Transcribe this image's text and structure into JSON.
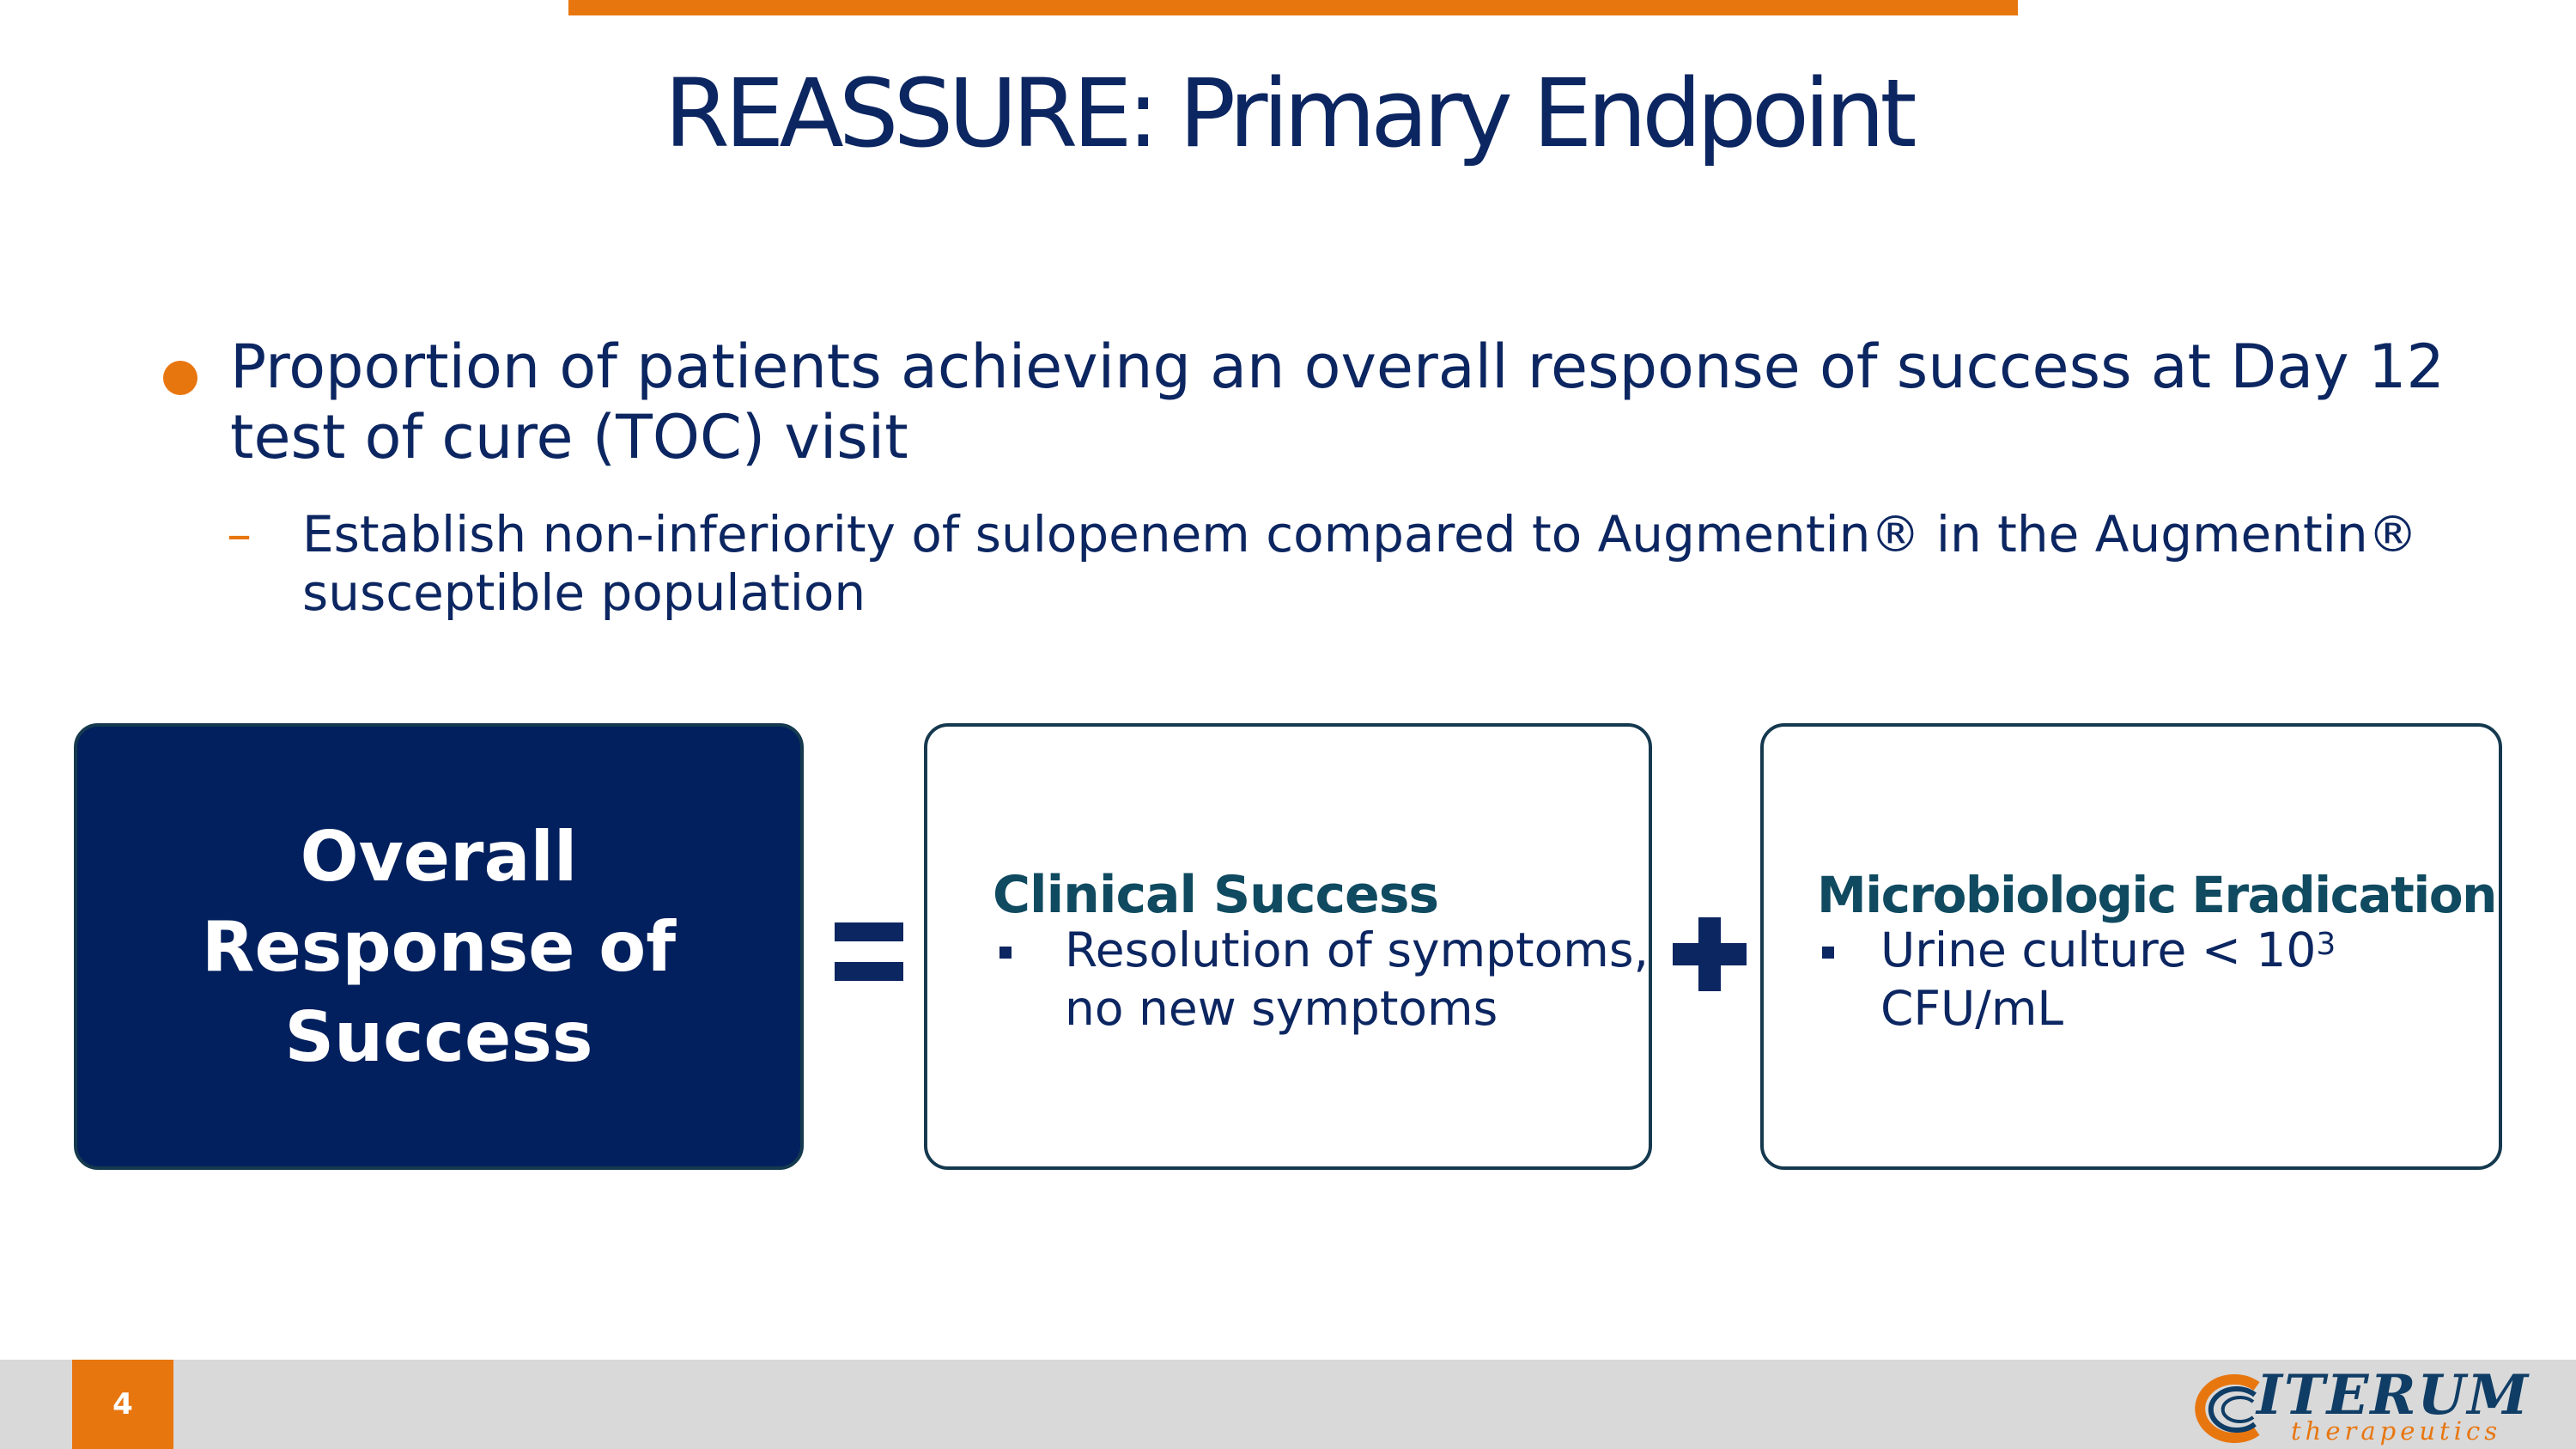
{
  "slide": {
    "title": "REASSURE: Primary Endpoint",
    "bullet_main": "Proportion of patients achieving an overall response of success at Day 12 test of cure (TOC) visit",
    "sub_dash": "–",
    "bullet_sub": "Establish non-inferiority of sulopenem compared to Augmentin® in the Augmentin® susceptible population"
  },
  "boxes": {
    "main": {
      "label": "Overall Response of Success"
    },
    "clinical": {
      "title": "Clinical Success",
      "description": "Resolution of symptoms, no new symptoms"
    },
    "micro": {
      "title": "Microbiologic Eradication",
      "desc_before": "Urine culture < 10",
      "desc_sup": "3",
      "desc_after": "CFU/mL"
    }
  },
  "operators": {
    "equals": "=",
    "plus": "+"
  },
  "footer": {
    "page_number": "4"
  },
  "logo": {
    "name": "ITERUM",
    "tagline": "therapeutics"
  },
  "colors": {
    "accent": "#E8760F",
    "navy": "#02205E",
    "teal": "#0F4A60",
    "footer_gray": "#D9D9D9"
  }
}
